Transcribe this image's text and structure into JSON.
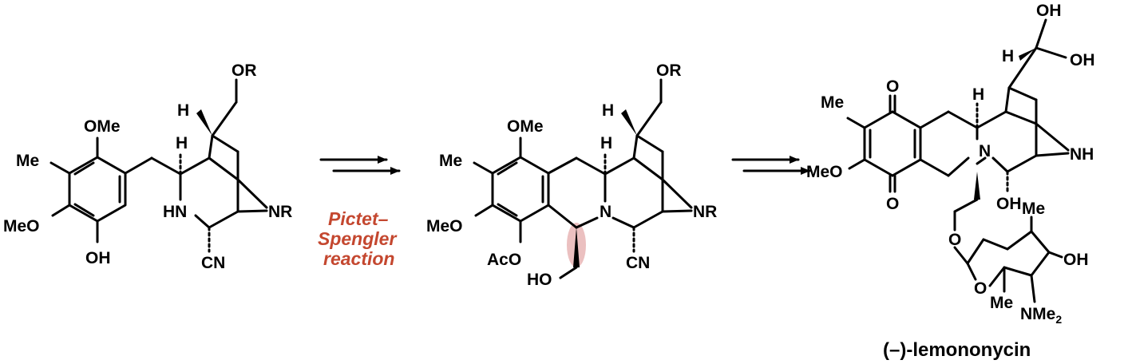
{
  "reaction": {
    "label_lines": [
      "Pictet–",
      "Spengler",
      "reaction"
    ],
    "label_color": "#c4472f",
    "highlight_color": "#e8b5b5"
  },
  "molecule1": {
    "labels": {
      "ome_top": "OMe",
      "me": "Me",
      "meo": "MeO",
      "oh": "OH",
      "h_bridge": "H",
      "h_ring": "H",
      "hn": "HN",
      "nr": "NR",
      "cn": "CN",
      "or": "OR"
    }
  },
  "molecule2": {
    "labels": {
      "ome_top": "OMe",
      "me": "Me",
      "meo": "MeO",
      "aco": "AcO",
      "ho": "HO",
      "h_bridge": "H",
      "h_ring": "H",
      "n": "N",
      "nr": "NR",
      "cn": "CN",
      "or": "OR"
    }
  },
  "molecule3": {
    "name": "(–)-lemononycin",
    "labels": {
      "me": "Me",
      "meo": "MeO",
      "o_top": "O",
      "o_bot": "O",
      "h_bridge": "H",
      "h_ring": "H",
      "n": "N",
      "nh": "NH",
      "oh_ring": "OH",
      "oh1": "OH",
      "oh2": "OH",
      "o_link": "O",
      "o_sugar": "O",
      "me_sugar": "Me",
      "oh_sugar": "OH",
      "me_nme": "Me",
      "nme": "NMe",
      "nme_sub": "2"
    }
  }
}
